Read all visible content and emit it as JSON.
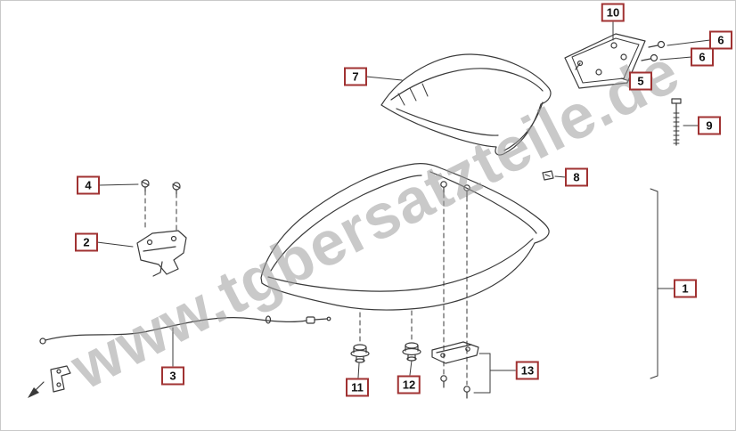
{
  "watermark": "www.tgbersatzteile.de",
  "labels": [
    "1",
    "2",
    "3",
    "4",
    "5",
    "6",
    "7",
    "8",
    "9",
    "10",
    "11",
    "12",
    "13"
  ],
  "colors": {
    "label_border": "#a03232",
    "line_art": "#3a3a3a",
    "watermark_gray": "#9e9e9e",
    "background": "#ffffff"
  }
}
